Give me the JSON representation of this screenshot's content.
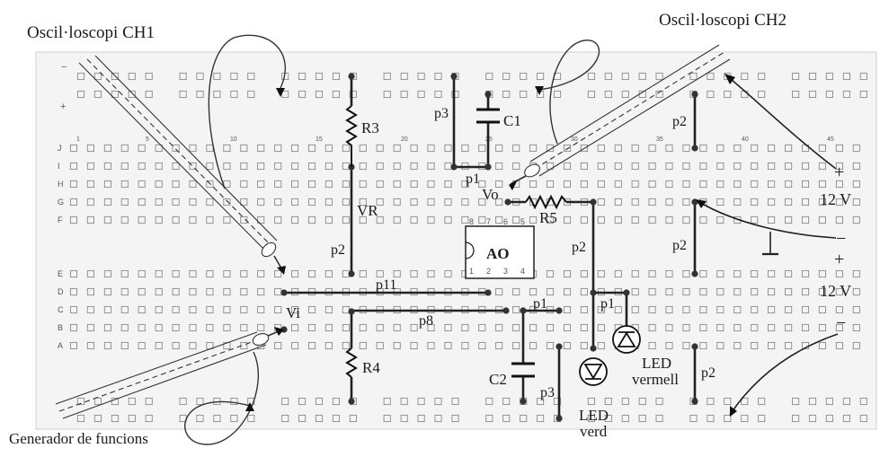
{
  "diagram": {
    "scope_ch1": "Oscil·loscopi CH1",
    "scope_ch2": "Oscil·loscopi CH2",
    "generator": "Generador de funcions",
    "r3": "R3",
    "r4": "R4",
    "r5": "R5",
    "c1": "C1",
    "c2": "C2",
    "vr": "VR",
    "vi": "Vi",
    "vo": "Vo",
    "ao": "AO",
    "p11": "p11",
    "p8": "p8",
    "p1": "p1",
    "p2": "p2",
    "p3": "p3",
    "v12": "12 V",
    "plus": "+",
    "minus": "−",
    "led_red_1": "LED",
    "led_red_2": "vermell",
    "led_green_1": "LED",
    "led_green_2": "verd",
    "pin_top": [
      "8",
      "7",
      "6",
      "5"
    ],
    "pin_bottom": [
      "1",
      "2",
      "3",
      "4"
    ],
    "row_labels_top": [
      "J",
      "I",
      "H",
      "G",
      "F"
    ],
    "row_labels_bottom": [
      "E",
      "D",
      "C",
      "B",
      "A"
    ],
    "col_numbers": [
      "1",
      "5",
      "10",
      "15",
      "20",
      "25",
      "30",
      "35",
      "40",
      "45"
    ],
    "rail_top_minus": "−",
    "rail_top_plus": "+"
  }
}
